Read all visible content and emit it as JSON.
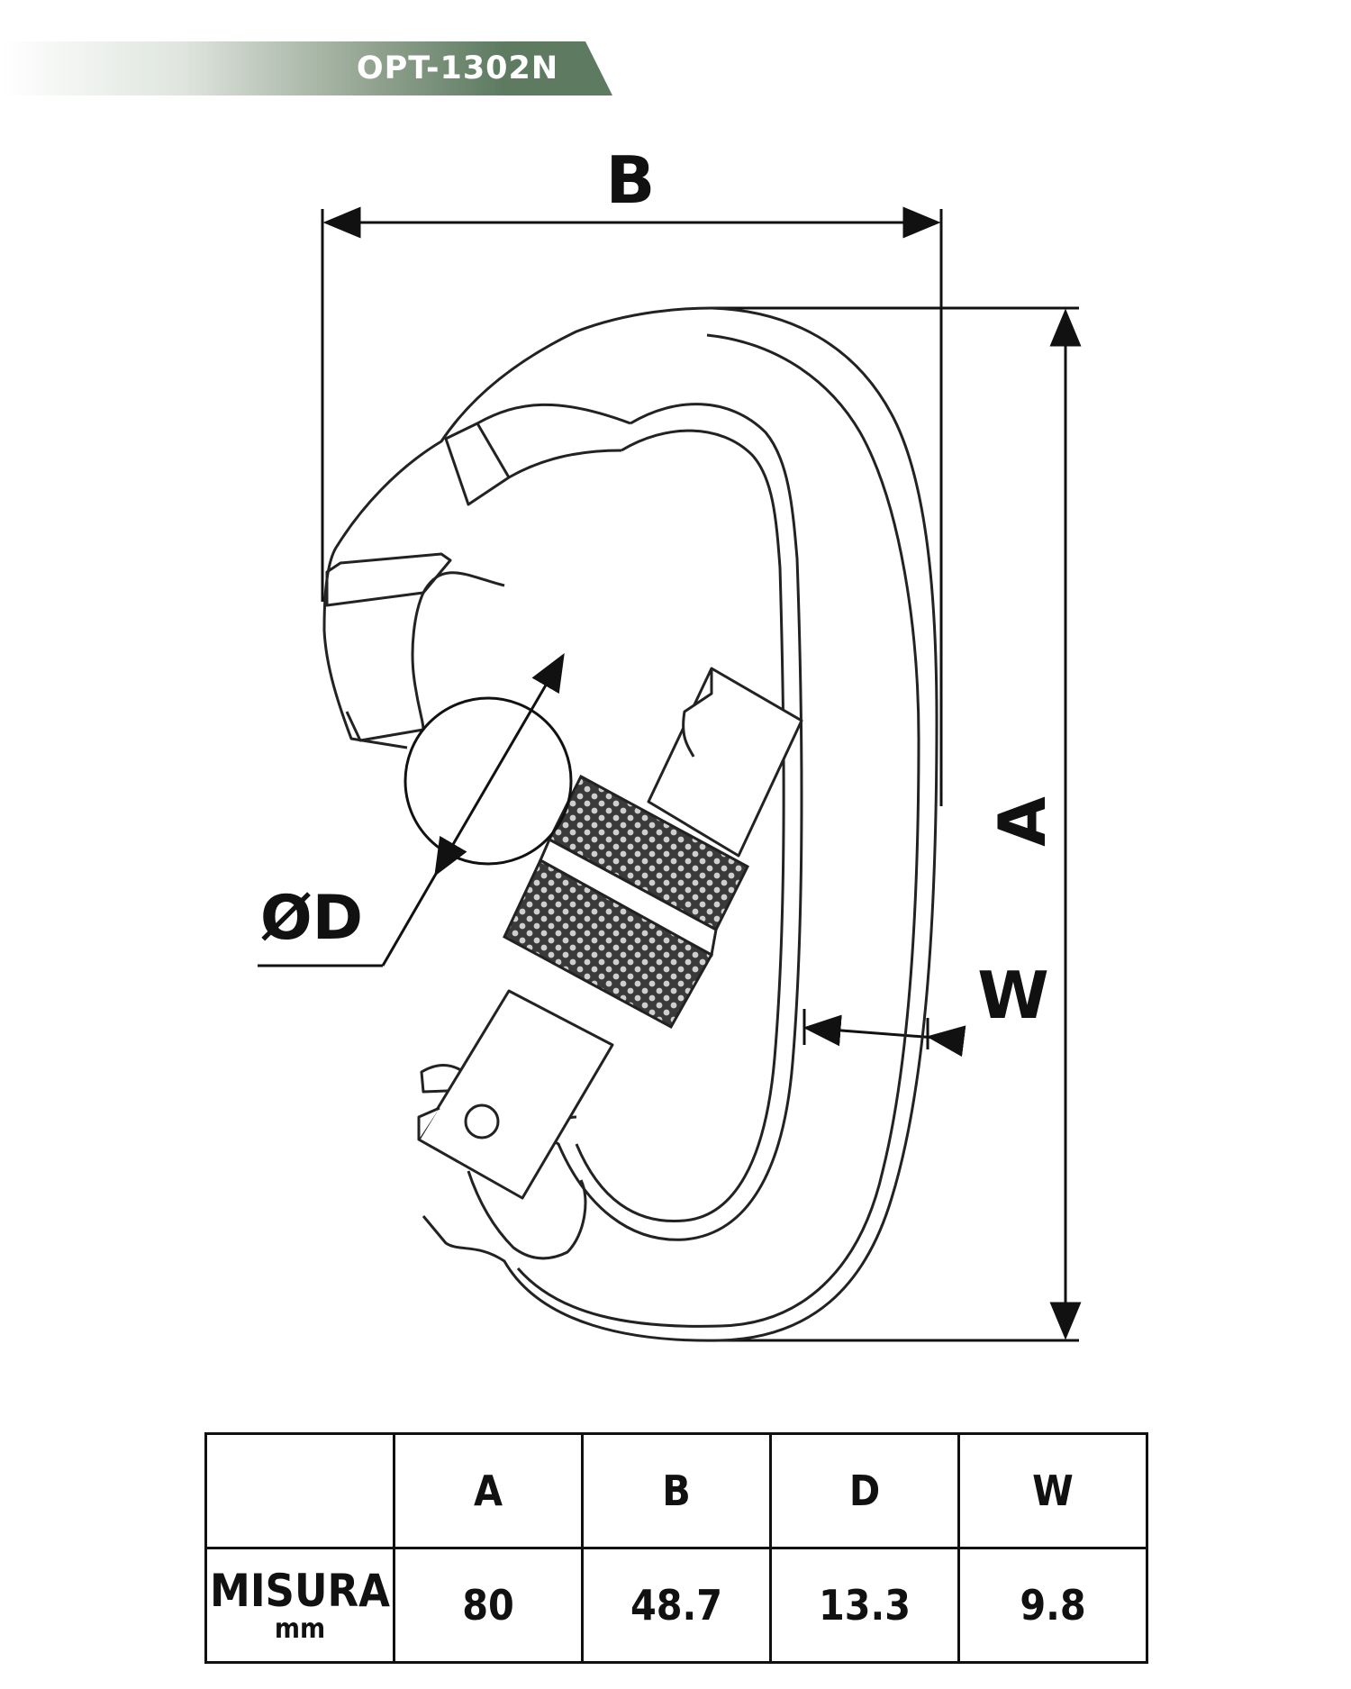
{
  "header": {
    "model_code": "OPT-1302N",
    "banner_color": "#5e7b62"
  },
  "diagram": {
    "subject": "screw-lock carabiner",
    "labels": {
      "A": "A",
      "B": "B",
      "D": "ØD",
      "W": "W"
    }
  },
  "spec_table": {
    "columns": [
      "",
      "A",
      "B",
      "D",
      "W"
    ],
    "row_label": "MISURA",
    "row_unit": "mm",
    "values": [
      "80",
      "48.7",
      "13.3",
      "9.8"
    ]
  }
}
